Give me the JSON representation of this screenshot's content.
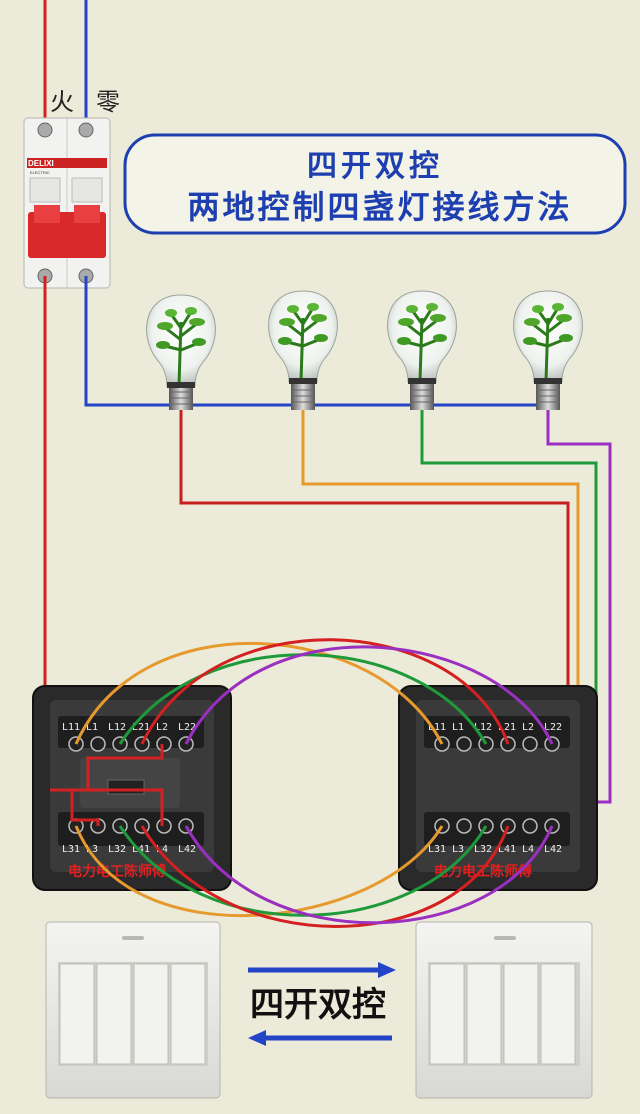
{
  "colors": {
    "live": "#d42020",
    "neutral": "#2444c8",
    "red": "#c82020",
    "orange": "#e69a2e",
    "green": "#1f9a3a",
    "purple": "#9a2fc0",
    "title_text": "#1d3fb0"
  },
  "labels": {
    "fire": "火",
    "zero": "零"
  },
  "breaker": {
    "brand": "DELIXI",
    "sub": "ELECTRIC"
  },
  "title": {
    "line1": "四开双控",
    "line2": "两地控制四盏灯接线方法"
  },
  "switch_box_left": {
    "terminals_top": [
      "L11",
      "L1",
      "L12",
      "L21",
      "L2",
      "L22"
    ],
    "terminals_bottom": [
      "L31",
      "L3",
      "L32",
      "L41",
      "L4",
      "L42"
    ],
    "watermark": "电力电工陈师傅"
  },
  "switch_box_right": {
    "terminals_top": [
      "L11",
      "L1",
      "L12",
      "L21",
      "L2",
      "L22"
    ],
    "terminals_bottom": [
      "L31",
      "L3",
      "L32",
      "L41",
      "L4",
      "L42"
    ],
    "watermark": "电力电工陈师傅"
  },
  "center_label": "四开双控",
  "bulbs": [
    {
      "icon": "light-bulb-icon"
    },
    {
      "icon": "light-bulb-icon"
    },
    {
      "icon": "light-bulb-icon"
    },
    {
      "icon": "light-bulb-icon"
    }
  ]
}
